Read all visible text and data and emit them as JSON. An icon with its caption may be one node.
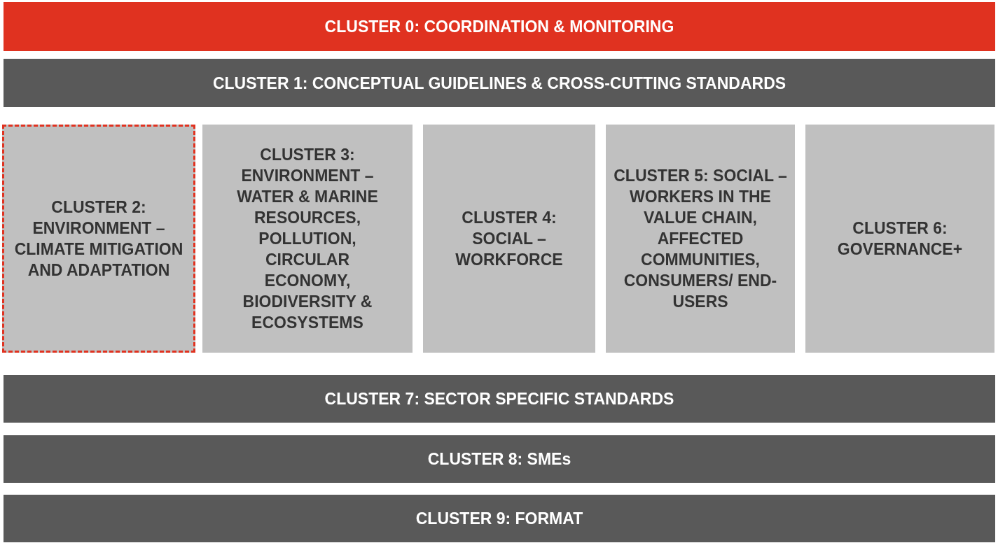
{
  "diagram": {
    "nodes": [
      {
        "text": [
          "CLUSTER 0: COORDINATION & MONITORING"
        ]
      },
      {
        "text": [
          "CLUSTER 1: CONCEPTUAL GUIDELINES & CROSS-CUTTING STANDARDS"
        ]
      },
      {
        "text": [
          "CLUSTER 2: ENVIRONMENT – CLIMATE MITIGATION AND ADAPTATION"
        ]
      },
      {
        "text": [
          "CLUSTER 3: ENVIRONMENT – WATER & MARINE RESOURCES, POLLUTION, CIRCULAR ECONOMY, BIODIVERSITY & ECOSYSTEMS"
        ]
      },
      {
        "text": [
          "CLUSTER 4: SOCIAL – WORKFORCE"
        ]
      },
      {
        "text": [
          "CLUSTER 5: SOCIAL – WORKERS IN THE VALUE CHAIN, AFFECTED COMMUNITIES, CONSUMERS/ END-USERS"
        ]
      },
      {
        "text": [
          "CLUSTER 6: GOVERNANCE+"
        ]
      },
      {
        "text": [
          "CLUSTER 7: SECTOR SPECIFIC STANDARDS"
        ]
      },
      {
        "text": [
          "CLUSTER 8: SMEs"
        ]
      },
      {
        "text": [
          "CLUSTER 9: FORMAT"
        ]
      }
    ]
  }
}
